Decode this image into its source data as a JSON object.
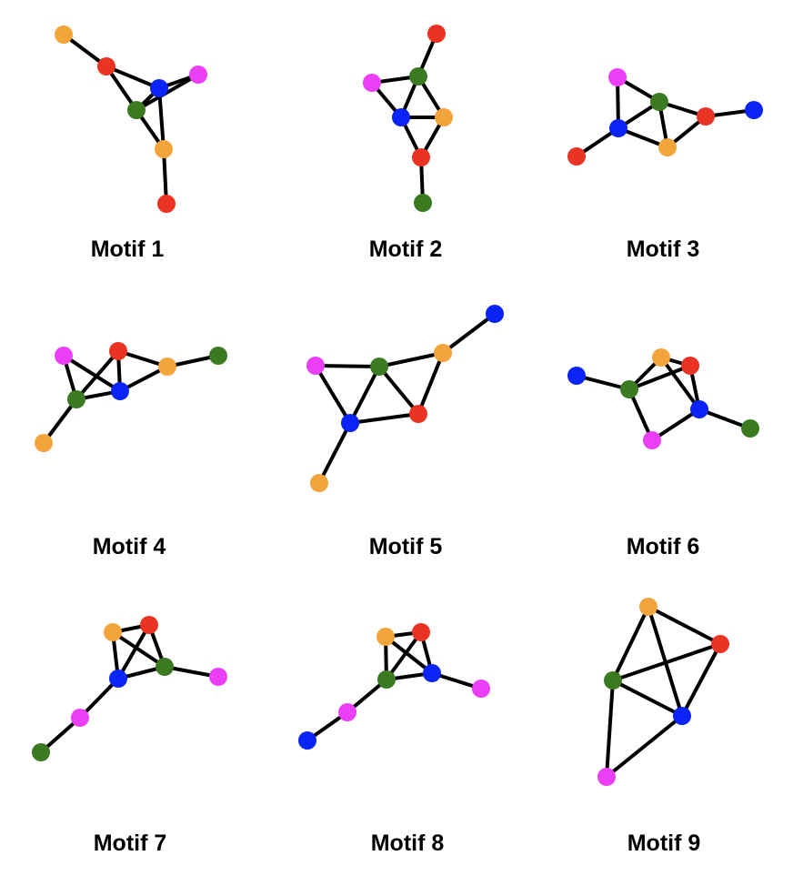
{
  "colors": {
    "red": "#ea3323",
    "orange": "#f3a53b",
    "pink": "#ea3ff7",
    "blue": "#0a24f5",
    "green": "#3b7a21",
    "edge": "#000000"
  },
  "motifs": [
    {
      "label": "Motif 1",
      "nodes": [
        "orange",
        "red",
        "blue",
        "pink",
        "green",
        "orange",
        "red"
      ],
      "edges": [
        [
          0,
          1
        ],
        [
          1,
          2
        ],
        [
          1,
          4
        ],
        [
          2,
          3
        ],
        [
          4,
          3
        ],
        [
          2,
          4
        ],
        [
          2,
          5
        ],
        [
          4,
          5
        ],
        [
          5,
          6
        ]
      ]
    },
    {
      "label": "Motif 2",
      "nodes": [
        "red",
        "green",
        "pink",
        "blue",
        "orange",
        "red",
        "green"
      ],
      "edges": [
        [
          0,
          1
        ],
        [
          1,
          2
        ],
        [
          1,
          3
        ],
        [
          1,
          4
        ],
        [
          2,
          3
        ],
        [
          3,
          4
        ],
        [
          3,
          5
        ],
        [
          4,
          5
        ],
        [
          5,
          6
        ]
      ]
    },
    {
      "label": "Motif 3",
      "nodes": [
        "pink",
        "green",
        "red",
        "blue",
        "blue",
        "orange",
        "red"
      ],
      "edges": [
        [
          0,
          1
        ],
        [
          0,
          4
        ],
        [
          1,
          2
        ],
        [
          1,
          4
        ],
        [
          1,
          5
        ],
        [
          2,
          3
        ],
        [
          2,
          5
        ],
        [
          4,
          5
        ],
        [
          4,
          6
        ]
      ]
    },
    {
      "label": "Motif 4",
      "nodes": [
        "pink",
        "red",
        "orange",
        "green",
        "green",
        "blue",
        "orange"
      ],
      "edges": [
        [
          0,
          4
        ],
        [
          0,
          5
        ],
        [
          1,
          4
        ],
        [
          1,
          5
        ],
        [
          1,
          2
        ],
        [
          2,
          5
        ],
        [
          2,
          3
        ],
        [
          4,
          5
        ],
        [
          4,
          6
        ]
      ]
    },
    {
      "label": "Motif 5",
      "nodes": [
        "blue",
        "orange",
        "pink",
        "green",
        "red",
        "blue",
        "orange"
      ],
      "edges": [
        [
          0,
          1
        ],
        [
          1,
          3
        ],
        [
          1,
          4
        ],
        [
          2,
          3
        ],
        [
          2,
          5
        ],
        [
          3,
          5
        ],
        [
          3,
          4
        ],
        [
          4,
          5
        ],
        [
          5,
          6
        ]
      ]
    },
    {
      "label": "Motif 6",
      "nodes": [
        "orange",
        "red",
        "blue",
        "green",
        "blue",
        "pink",
        "green"
      ],
      "edges": [
        [
          0,
          1
        ],
        [
          0,
          3
        ],
        [
          0,
          4
        ],
        [
          1,
          3
        ],
        [
          1,
          4
        ],
        [
          2,
          3
        ],
        [
          3,
          5
        ],
        [
          5,
          4
        ],
        [
          4,
          6
        ]
      ]
    },
    {
      "label": "Motif 7",
      "nodes": [
        "orange",
        "red",
        "green",
        "pink",
        "blue",
        "pink",
        "green"
      ],
      "edges": [
        [
          0,
          1
        ],
        [
          0,
          4
        ],
        [
          0,
          2
        ],
        [
          1,
          4
        ],
        [
          1,
          2
        ],
        [
          4,
          2
        ],
        [
          2,
          3
        ],
        [
          4,
          5
        ],
        [
          5,
          6
        ]
      ]
    },
    {
      "label": "Motif 8",
      "nodes": [
        "orange",
        "red",
        "green",
        "blue",
        "pink",
        "pink",
        "blue"
      ],
      "edges": [
        [
          0,
          1
        ],
        [
          0,
          2
        ],
        [
          0,
          3
        ],
        [
          1,
          2
        ],
        [
          1,
          3
        ],
        [
          2,
          3
        ],
        [
          3,
          4
        ],
        [
          2,
          5
        ],
        [
          5,
          6
        ]
      ]
    },
    {
      "label": "Motif 9",
      "nodes": [
        "orange",
        "red",
        "green",
        "blue",
        "pink"
      ],
      "edges": [
        [
          0,
          1
        ],
        [
          0,
          2
        ],
        [
          0,
          3
        ],
        [
          1,
          2
        ],
        [
          1,
          3
        ],
        [
          2,
          3
        ],
        [
          2,
          4
        ],
        [
          3,
          4
        ]
      ]
    }
  ]
}
